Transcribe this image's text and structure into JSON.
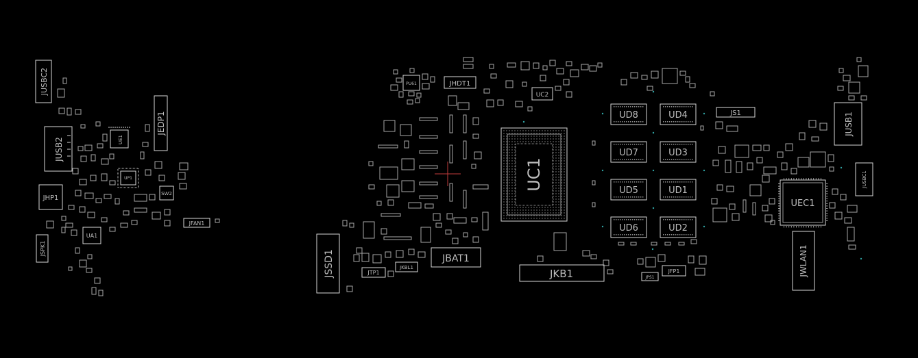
{
  "colors": {
    "background": "#000000",
    "outline": "#d8d8d8",
    "outline_dim": "#9a9a9a",
    "label": "#bdbdbd",
    "marker": "#c23b3b",
    "via": "#2fa3a3"
  },
  "labels": {
    "jusbc2": "JUSBC2",
    "jusb2": "JUSB2",
    "ue1": "UE1",
    "up1": "UP1",
    "jedp1": "JEDP1",
    "jhp1": "JHP1",
    "sw2": "SW2",
    "jfan1": "JFAN1",
    "ua1": "UA1",
    "jspk1": "JSPK1",
    "pu61": "PU61",
    "jhdt1": "JHDT1",
    "uc2": "UC2",
    "uc1": "UC1",
    "ud8": "UD8",
    "ud4": "UD4",
    "ud7": "UD7",
    "ud3": "UD3",
    "ud5": "UD5",
    "ud1": "UD1",
    "ud6": "UD6",
    "ud2": "UD2",
    "js1": "JS1",
    "jusb1": "JUSB1",
    "jusbc1": "JUSBC1",
    "uec1": "UEC1",
    "jwlan1": "JWLAN1",
    "jssd1": "JSSD1",
    "jtp1": "JTP1",
    "jkbl1": "JKBL1",
    "jbat1": "JBAT1",
    "jkb1": "JKB1",
    "jfp1": "JFP1",
    "jps1": "JPS1"
  }
}
